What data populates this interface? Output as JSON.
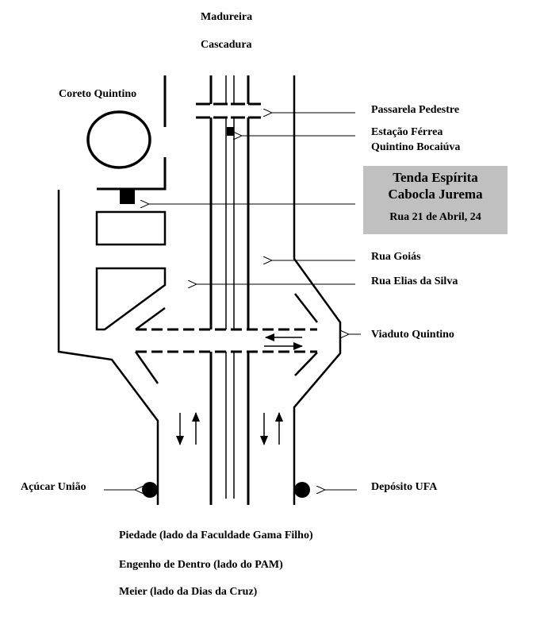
{
  "colors": {
    "background": "#ffffff",
    "ink": "#000000",
    "highlight_box": "#c0c0c0"
  },
  "labels": {
    "north_1": "Madureira",
    "north_2": "Cascadura",
    "coreto": "Coreto Quintino",
    "passarela": "Passarela Pedestre",
    "estacao_line1": "Estação Férrea",
    "estacao_line2": "Quintino Bocaiúva",
    "tenda_line1": "Tenda Espírita",
    "tenda_line2": "Cabocla Jurema",
    "tenda_address": "Rua 21 de Abril, 24",
    "rua_goias": "Rua Goiás",
    "rua_elias": "Rua Elias da Silva",
    "viaduto": "Viaduto Quintino",
    "acucar": "Açúcar União",
    "deposito": "Depósito UFA",
    "south_1": "Piedade (lado da Faculdade Gama Filho)",
    "south_2": "Engenho de Dentro (lado do PAM)",
    "south_3": "Meier (lado da Dias da Cruz)"
  },
  "icons": {
    "pointer_arrow": "arrow-left-icon",
    "traffic_arrows": "two-way-traffic-icon",
    "landmark_dot": "filled-circle-icon",
    "building_marker": "filled-square-icon"
  }
}
